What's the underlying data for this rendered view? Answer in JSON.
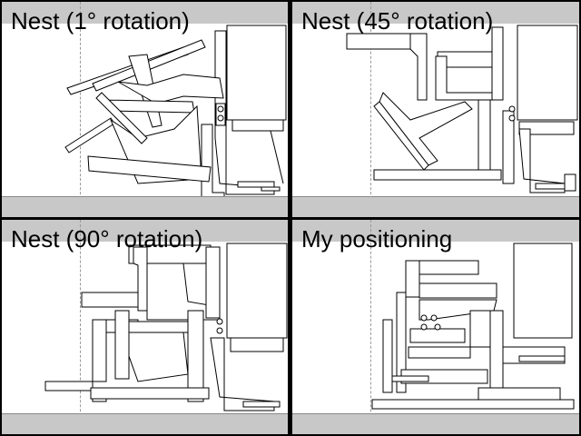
{
  "panels": [
    {
      "title": "Nest (1° rotation)"
    },
    {
      "title": "Nest (45° rotation)"
    },
    {
      "title": "Nest (90° rotation)"
    },
    {
      "title": "My positioning"
    }
  ]
}
